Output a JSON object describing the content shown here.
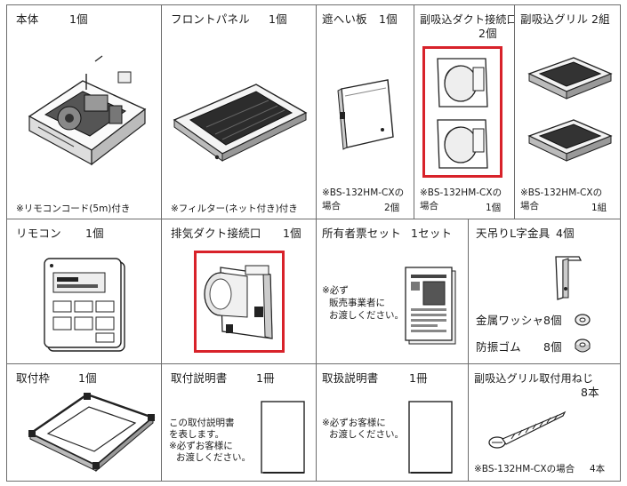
{
  "items": [
    {
      "name": "本体",
      "qty": "1個",
      "note": "※リモコンコード(5m)付き"
    },
    {
      "name": "フロントパネル",
      "qty": "1個",
      "note": "※フィルター(ネット付き)付き"
    },
    {
      "name": "遮へい板",
      "qty": "1個",
      "note_lines": [
        "※BS-132HM-CXの",
        "場合"
      ],
      "note_qty": "2個"
    },
    {
      "name": "副吸込ダクト接続口",
      "qty": "2個",
      "note_lines": [
        "※BS-132HM-CXの",
        "場合"
      ],
      "note_qty": "1個"
    },
    {
      "name": "副吸込グリル",
      "qty": "2組",
      "note_lines": [
        "※BS-132HM-CXの",
        "場合"
      ],
      "note_qty": "1組"
    },
    {
      "name": "リモコン",
      "qty": "1個"
    },
    {
      "name": "排気ダクト接続口",
      "qty": "1個"
    },
    {
      "name": "所有者票セット",
      "qty": "1セット",
      "note_lines": [
        "※必ず",
        "販売事業者に",
        "お渡しください。"
      ]
    },
    {
      "name": "天吊りL字金具",
      "qty": "4個",
      "sub": [
        {
          "name": "金属ワッシャ",
          "qty": "8個"
        },
        {
          "name": "防振ゴム",
          "qty": "8個"
        }
      ]
    },
    {
      "name": "取付枠",
      "qty": "1個"
    },
    {
      "name": "取付説明書",
      "qty": "1冊",
      "note_lines": [
        "この取付説明書",
        "を表します。",
        "※必ずお客様に",
        "お渡しください。"
      ]
    },
    {
      "name": "取扱説明書",
      "qty": "1冊",
      "note_lines": [
        "※必ずお客様に",
        "お渡しください。"
      ]
    },
    {
      "name": "副吸込グリル取付用ねじ",
      "qty": "8本",
      "note": "※BS-132HM-CXの場合",
      "note_qty": "4本"
    }
  ],
  "highlight_color": "#d8222a"
}
